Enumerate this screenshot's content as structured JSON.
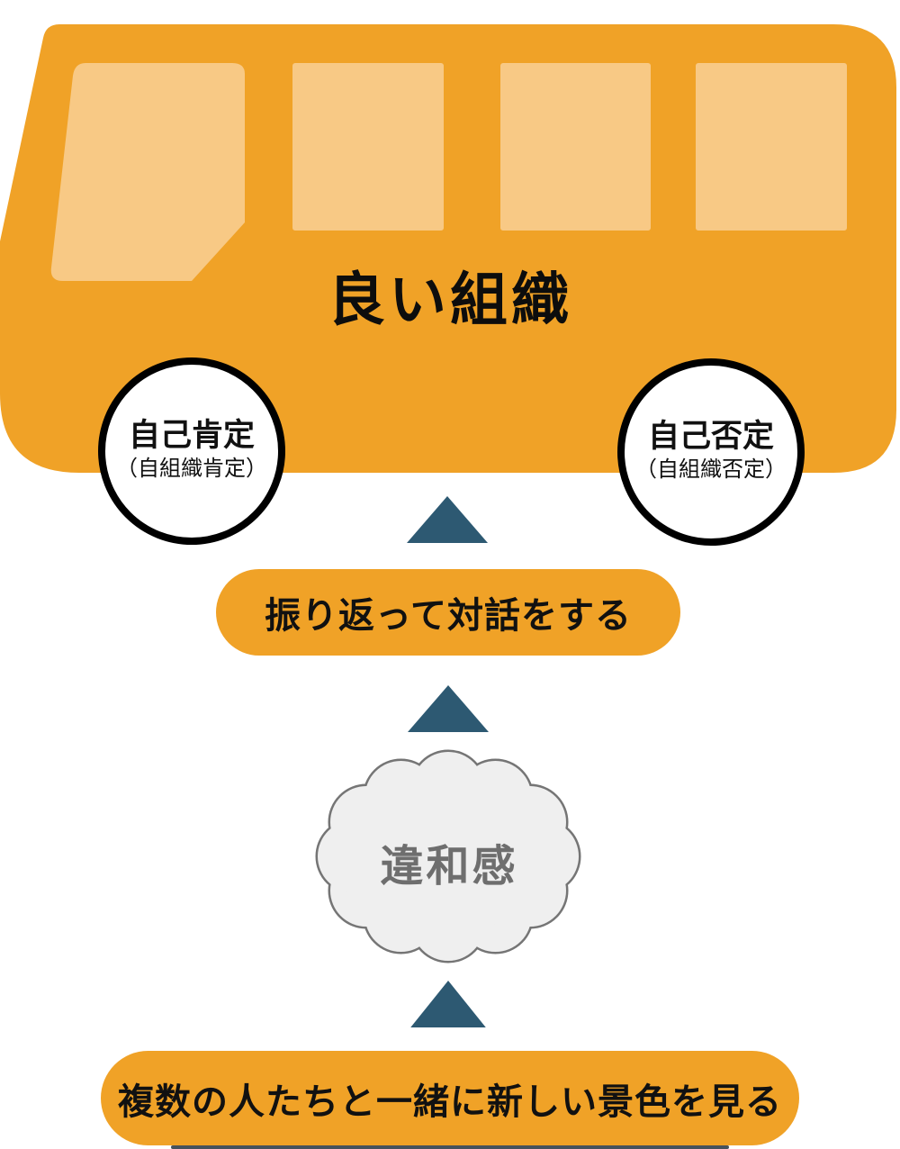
{
  "bus": {
    "title": "良い組織",
    "left_wheel": {
      "primary": "自己肯定",
      "secondary": "（自組織肯定）"
    },
    "right_wheel": {
      "primary": "自己否定",
      "secondary": "（自組織否定）"
    }
  },
  "flow": {
    "steps": [
      {
        "id": "see-new-scenery",
        "label": "複数の人たちと一緒に新しい景色を見る"
      },
      {
        "id": "discomfort",
        "label": "違和感"
      },
      {
        "id": "reflect-dialogue",
        "label": "振り返って対話をする"
      }
    ]
  },
  "colors": {
    "bus_orange": "#F0A227",
    "window_orange": "#F8C985",
    "arrow_navy": "#2D5972",
    "cloud_fill": "#EFEFEF",
    "cloud_border": "#757575",
    "wheel_fill": "#FFFFFF",
    "wheel_border": "#000000"
  }
}
